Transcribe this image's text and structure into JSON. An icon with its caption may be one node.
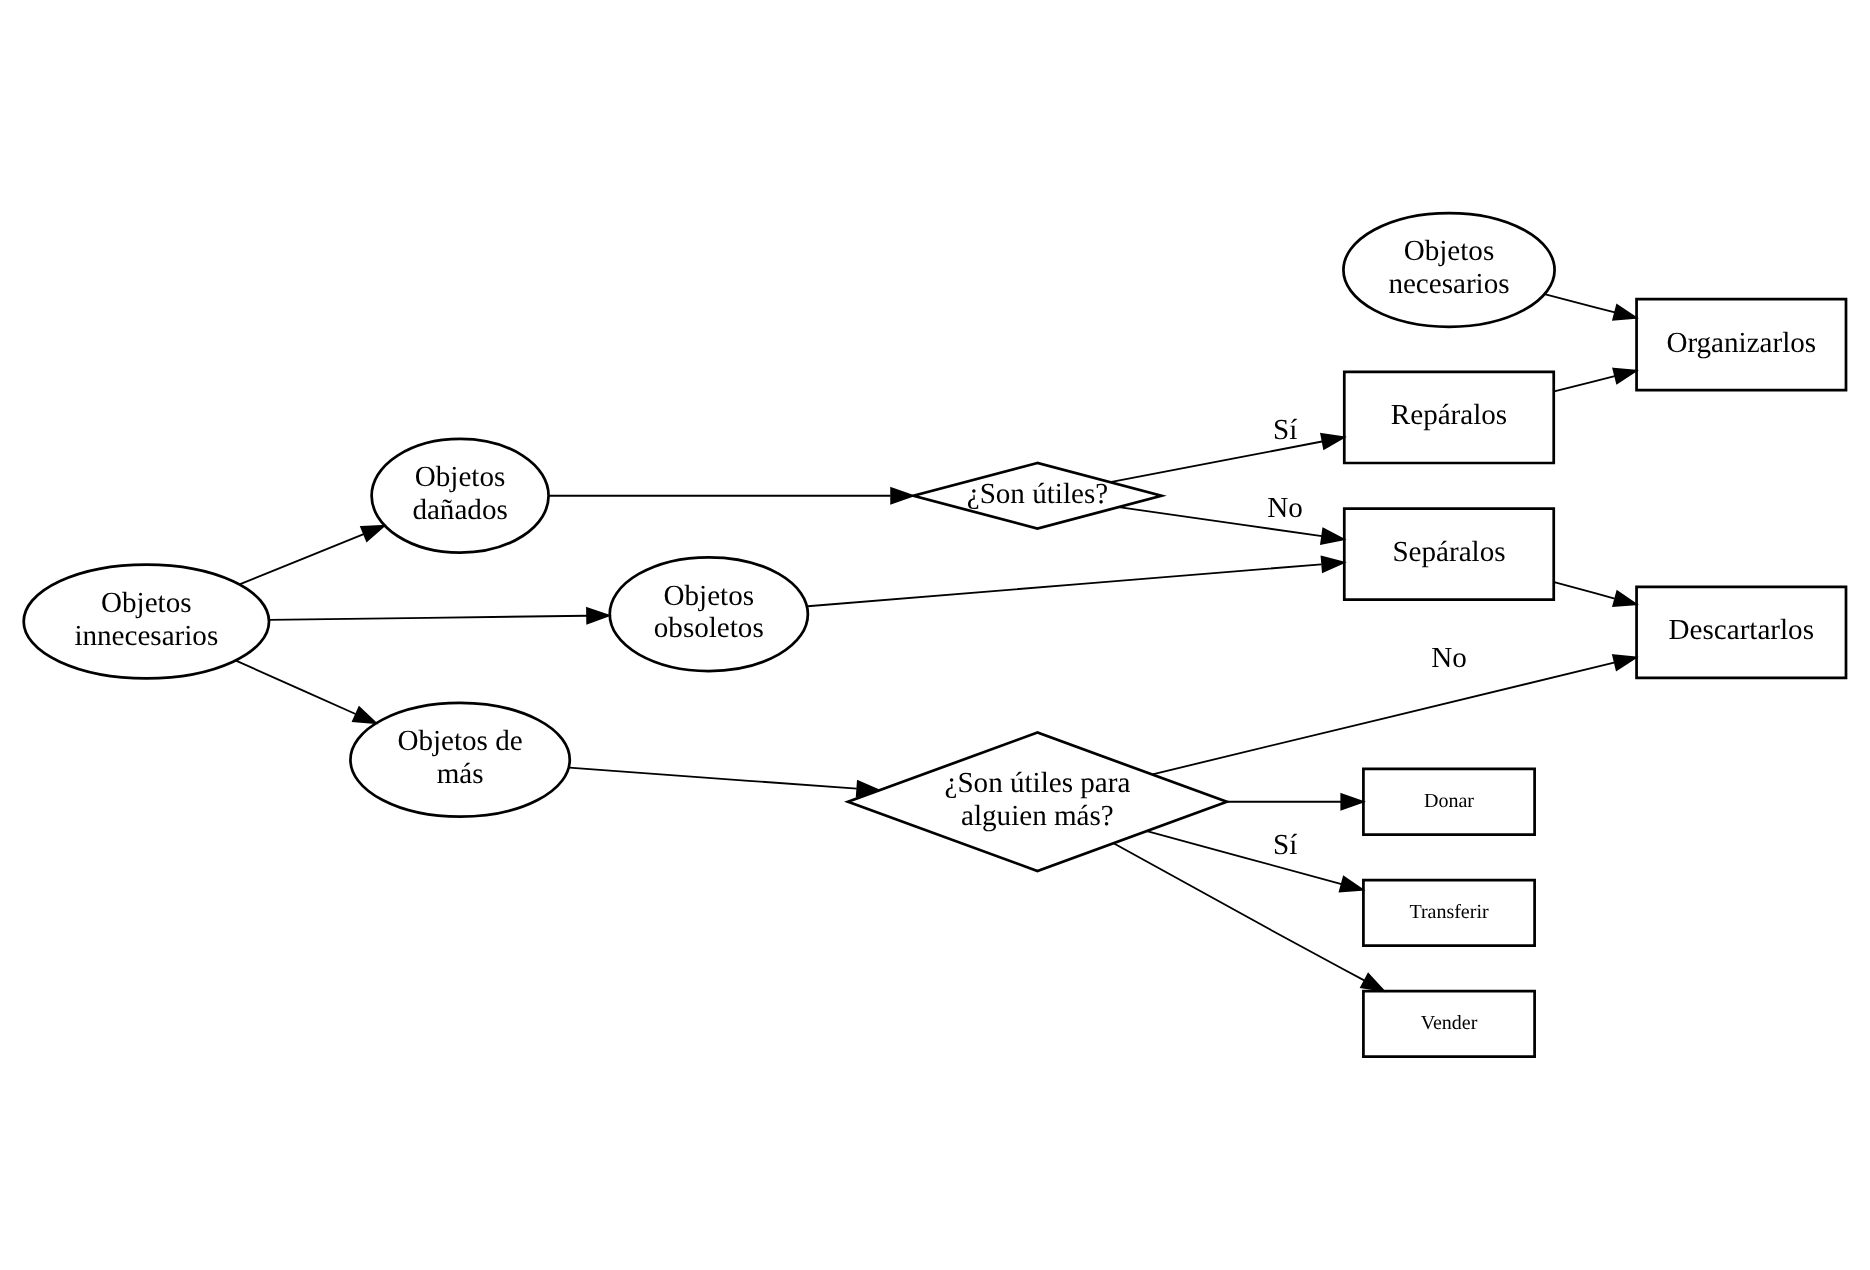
{
  "diagram": {
    "nodes": [
      {
        "text": [
          "Objetos necesarios"
        ]
      },
      {
        "text": [
          "Organizarlos"
        ]
      },
      {
        "text": [
          "Objetos dañados"
        ]
      },
      {
        "text": [
          "¿Son útiles?"
        ]
      },
      {
        "text": [
          "Repáralos"
        ]
      },
      {
        "text": [
          "Objetos innecesarios"
        ]
      },
      {
        "text": [
          "Objetos obsoletos"
        ]
      },
      {
        "text": [
          "Sepáralos"
        ]
      },
      {
        "text": [
          "Descartarlos"
        ]
      },
      {
        "text": [
          "Objetos de más"
        ]
      },
      {
        "text": [
          "¿Son útiles para alguien más?"
        ]
      },
      {
        "text": [
          "Donar"
        ]
      },
      {
        "text": [
          "Transferir"
        ]
      },
      {
        "text": [
          "Vender"
        ]
      }
    ],
    "edges": [
      {
        "from": 0,
        "to": 1,
        "arrow": "to"
      },
      {
        "from": 4,
        "to": 1,
        "arrow": "to"
      },
      {
        "from": 2,
        "to": 3,
        "arrow": "to"
      },
      {
        "from": 3,
        "to": 4,
        "arrow": "to",
        "label": "Sí"
      },
      {
        "from": 3,
        "to": 7,
        "arrow": "to",
        "label": "No"
      },
      {
        "from": 5,
        "to": 2,
        "arrow": "to"
      },
      {
        "from": 5,
        "to": 6,
        "arrow": "to"
      },
      {
        "from": 5,
        "to": 9,
        "arrow": "to"
      },
      {
        "from": 6,
        "to": 7,
        "arrow": "to"
      },
      {
        "from": 7,
        "to": 8,
        "arrow": "to"
      },
      {
        "from": 9,
        "to": 10,
        "arrow": "to"
      },
      {
        "from": 10,
        "to": 8,
        "arrow": "to",
        "label": "No"
      },
      {
        "from": 10,
        "to": 11,
        "arrow": "to"
      },
      {
        "from": 10,
        "to": 12,
        "arrow": "to",
        "label": "Sí"
      },
      {
        "from": 10,
        "to": 13,
        "arrow": "to"
      }
    ]
  }
}
